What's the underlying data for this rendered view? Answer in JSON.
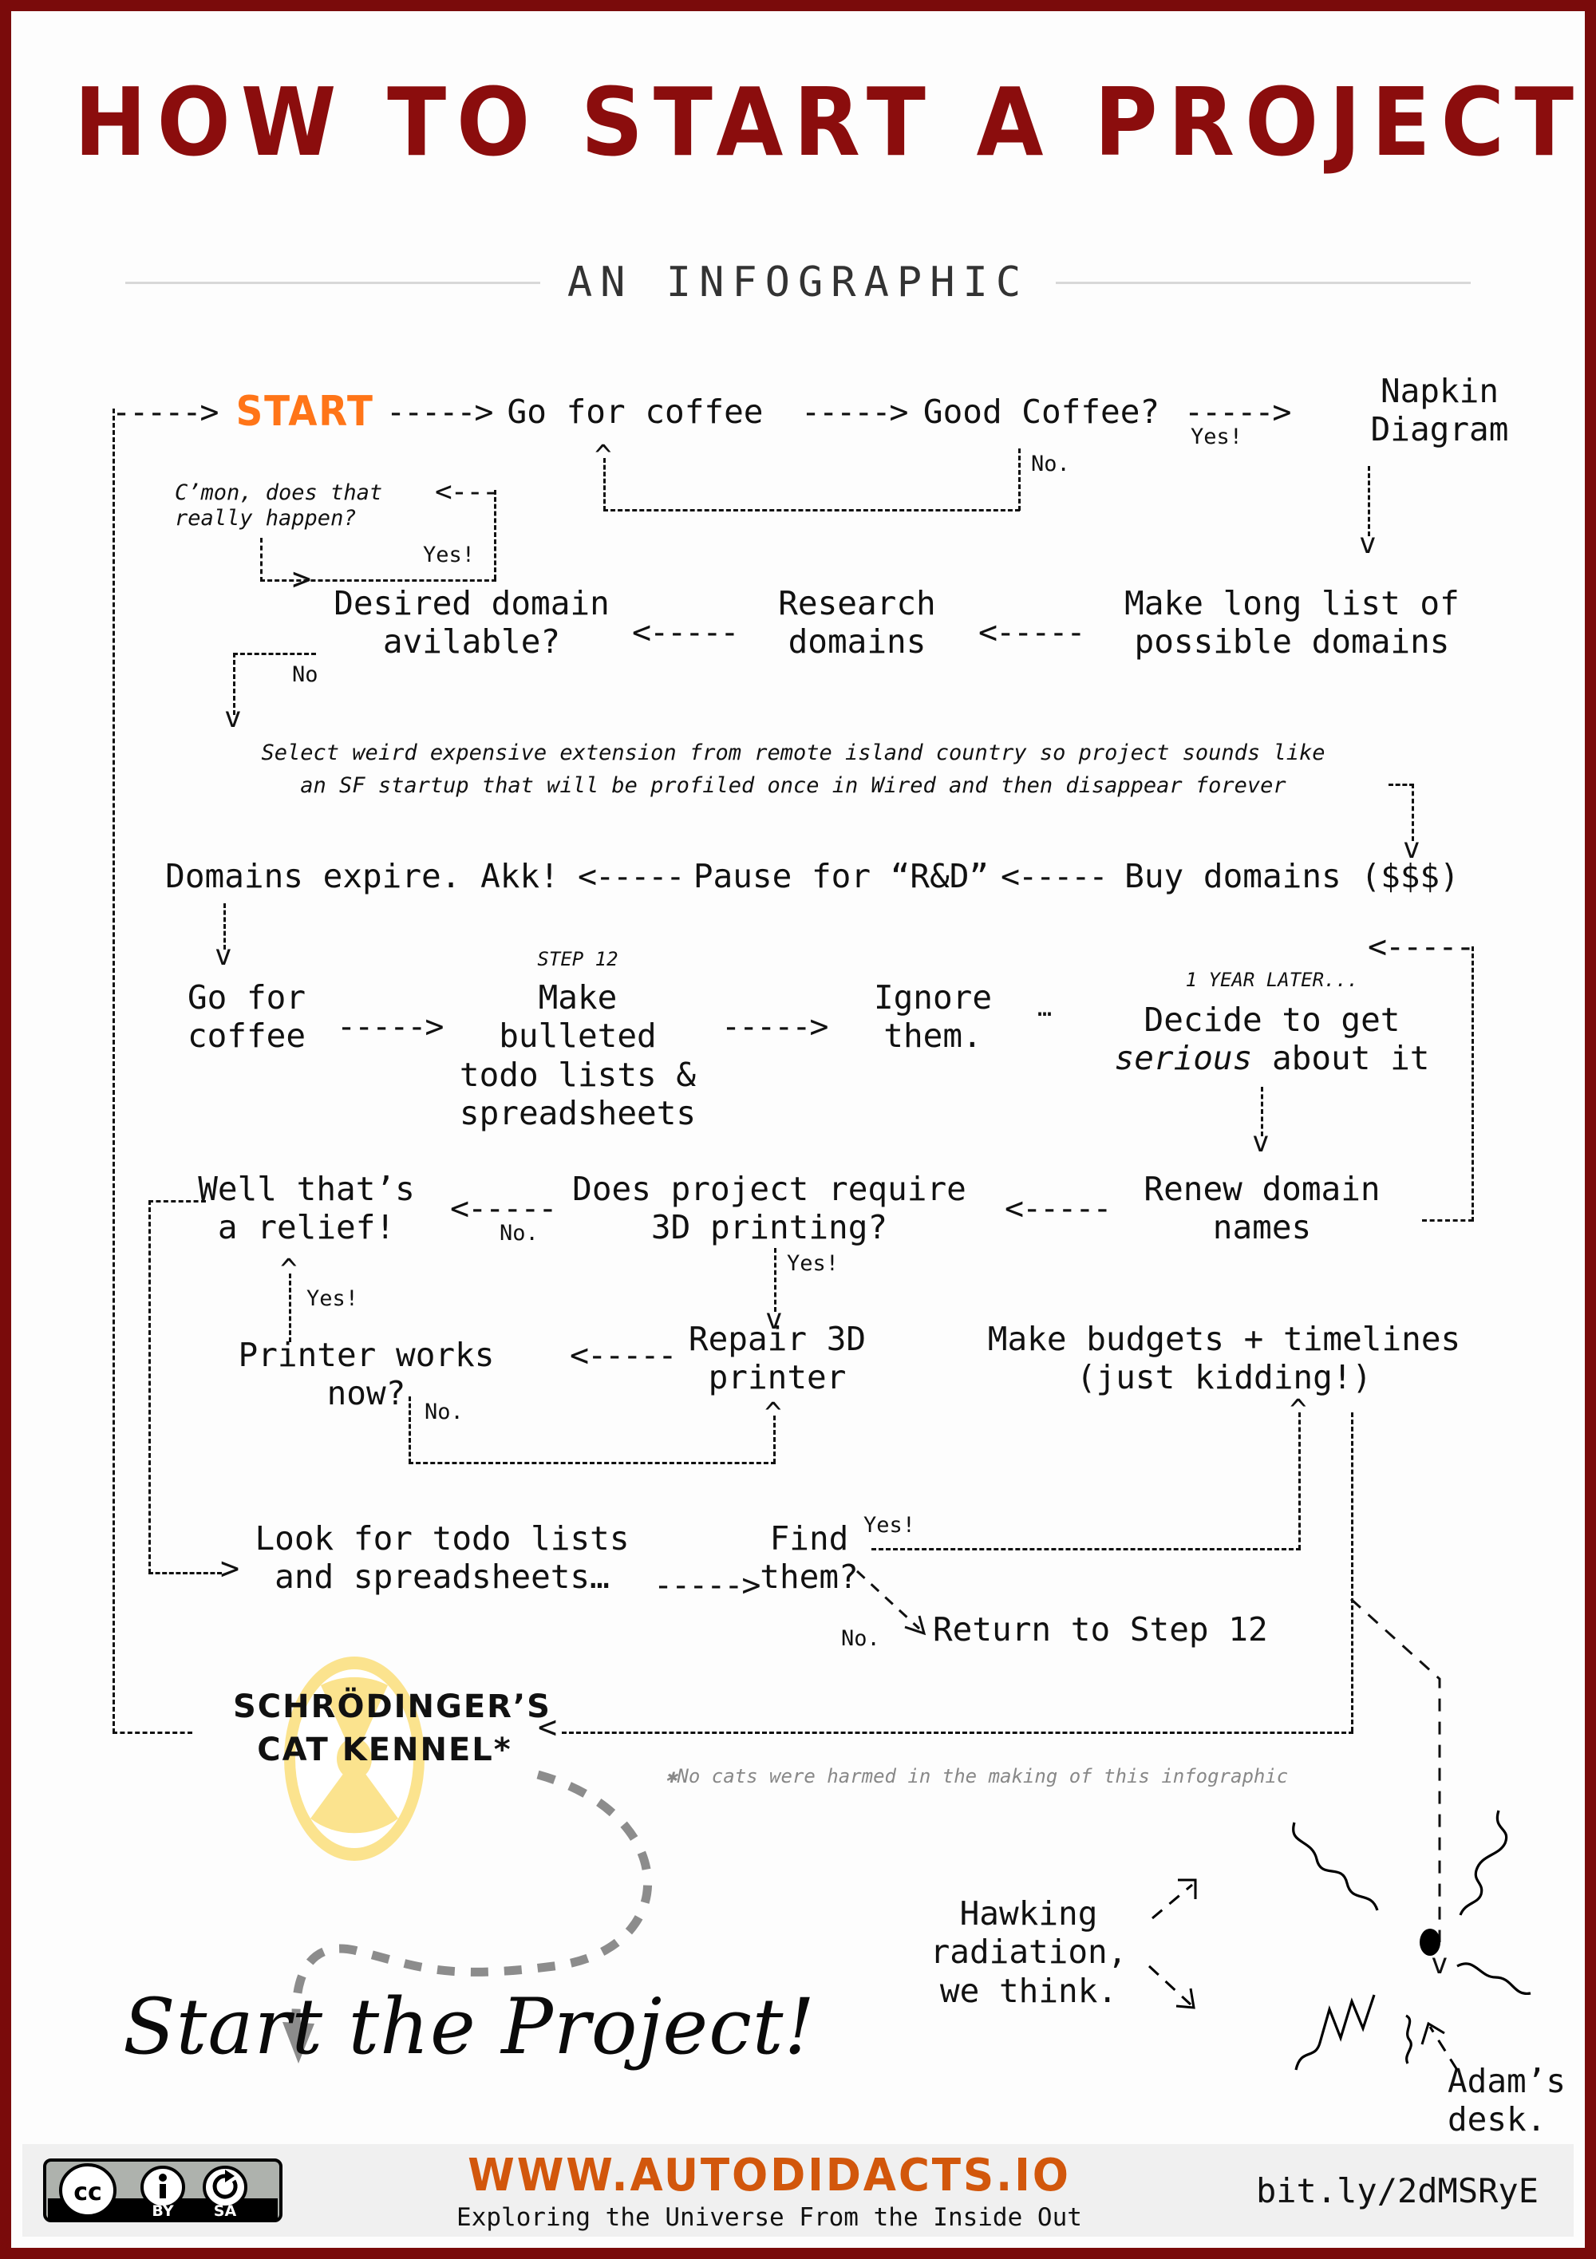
{
  "header": {
    "title": "HOW TO START A PROJECT",
    "subtitle": "AN INFOGRAPHIC"
  },
  "flow": {
    "start": "START",
    "arrow_right": "----->",
    "arrow_right_short": "--->",
    "arrow_left": "<-----",
    "ellipsis": "…",
    "go_for_coffee_1": "Go for coffee",
    "good_coffee": "Good Coffee?",
    "napkin_diagram": "Napkin\nDiagram",
    "yes_1": "Yes!",
    "no_1": "No.",
    "cmon": "C’mon, does that\nreally happen?",
    "yes_2": "Yes!",
    "desired_domain": "Desired domain\navilable?",
    "no_2": "No",
    "research_domains": "Research\ndomains",
    "make_long_list": "Make long list of\npossible domains",
    "select_weird": "Select weird expensive extension from remote island country so project sounds like\nan SF startup that will be profiled once in Wired and then disappear forever",
    "domains_expire": "Domains expire. Akk!",
    "pause_rd": "Pause for “R&D”",
    "buy_domains": "Buy domains ($$$)",
    "go_for_coffee_2": "Go for\ncoffee",
    "step12_label": "STEP 12",
    "make_bulleted": "Make bulleted\ntodo lists &\nspreadsheets",
    "ignore_them": "Ignore\nthem.",
    "one_year_later": "1 YEAR LATER...",
    "decide_serious_a": "Decide to get",
    "decide_serious_b": "serious",
    "decide_serious_c": " about it",
    "renew_domain": "Renew domain\nnames",
    "does_3d": "Does project require\n3D printing?",
    "no_3": "No.",
    "well_relief": "Well that’s\na relief!",
    "yes_3": "Yes!",
    "yes_4": "Yes!",
    "repair_printer": "Repair 3D\nprinter",
    "printer_works": "Printer works now?",
    "no_4": "No.",
    "make_budgets": "Make budgets + timelines\n(just kidding!)",
    "look_for_todo": "Look for todo lists\nand spreadsheets…",
    "find_them": "Find\nthem?",
    "yes_5": "Yes!",
    "no_5": "No.",
    "return_step12": "Return to Step 12",
    "cat_kennel": "SCHRÖDINGER’S\nCAT KENNEL*",
    "footnote": "✱No cats were harmed in the making of this infographic",
    "hawking": "Hawking radiation,\nwe think.",
    "adams_desk": "Adam’s\ndesk.",
    "start_project": "Start the Project!"
  },
  "footer": {
    "license": "CC BY SA",
    "license_cc": "cc",
    "license_by": "BY",
    "license_sa": "SA",
    "site_url": "WWW.AUTODIDACTS.IO",
    "tagline": "Exploring the Universe From the Inside Out",
    "short_url": "bit.ly/2dMSRyE"
  },
  "colors": {
    "border": "#7a0b0b",
    "title": "#8b0d0d",
    "accent_orange": "#ff7518",
    "site_orange": "#d2570c",
    "radiation_yellow": "#fbe38e"
  }
}
